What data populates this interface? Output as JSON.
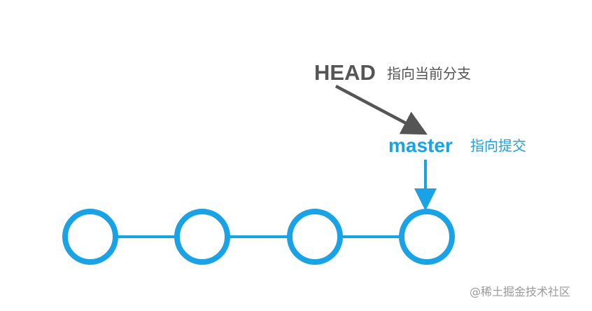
{
  "head": {
    "label": "HEAD",
    "description": "指向当前分支"
  },
  "master": {
    "label": "master",
    "description": "指向提交"
  },
  "watermark": "@稀土掘金技术社区",
  "commits": {
    "count": 4
  },
  "colors": {
    "accent": "#1aa2e6",
    "head_text": "#555555",
    "watermark": "#9a9a9a"
  }
}
